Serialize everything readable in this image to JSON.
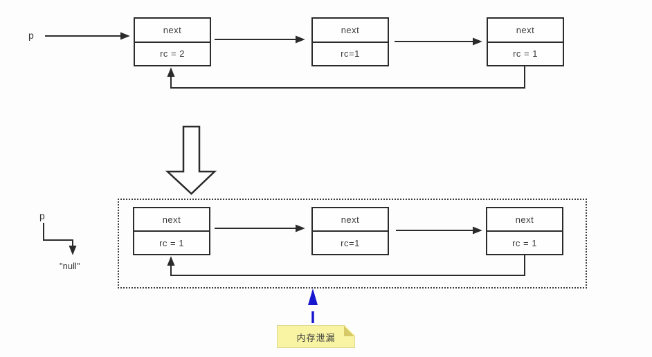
{
  "top_section": {
    "pointer_label": "p",
    "nodes": [
      {
        "next": "next",
        "rc": "rc = 2"
      },
      {
        "next": "next",
        "rc": "rc=1"
      },
      {
        "next": "next",
        "rc": "rc = 1"
      }
    ]
  },
  "bottom_section": {
    "pointer_label": "p",
    "null_label": "\"null\"",
    "nodes": [
      {
        "next": "next",
        "rc": "rc = 1"
      },
      {
        "next": "next",
        "rc": "rc=1"
      },
      {
        "next": "next",
        "rc": "rc = 1"
      }
    ]
  },
  "note": {
    "text": "内存泄漏"
  },
  "icons": {
    "transition_arrow": "hollow-down-arrow",
    "leak_arrow": "blue-dashed-up-arrow",
    "note_fold": "folded-corner"
  },
  "colors": {
    "line": "#2b2b2b",
    "background": "#fdfdfd",
    "note_bg": "#f8f4a4",
    "note_fold": "#d6c967",
    "leak_arrow": "#1717cf",
    "text": "#3a3a3a"
  }
}
